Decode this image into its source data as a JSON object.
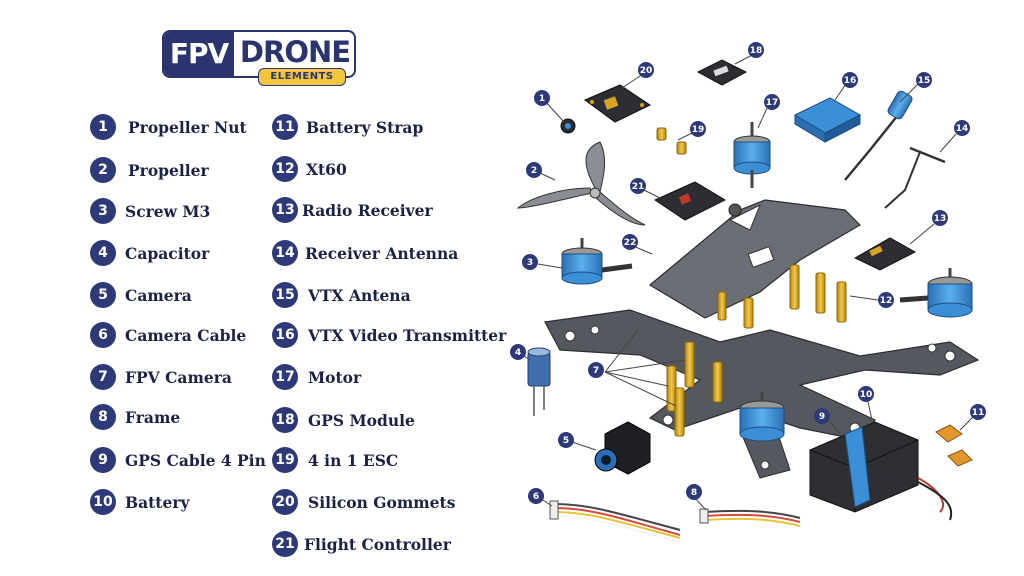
{
  "logo": {
    "fpv": "FPV",
    "drone": "DRONE",
    "sub": "ELEMENTS"
  },
  "legend": [
    {
      "num": "1",
      "label": "Propeller Nut"
    },
    {
      "num": "2",
      "label": "Propeller"
    },
    {
      "num": "3",
      "label": "Screw M3"
    },
    {
      "num": "4",
      "label": "Capacitor"
    },
    {
      "num": "5",
      "label": "Camera"
    },
    {
      "num": "6",
      "label": "Camera Cable"
    },
    {
      "num": "7",
      "label": "FPV Camera"
    },
    {
      "num": "8",
      "label": "Frame"
    },
    {
      "num": "9",
      "label": "GPS Cable 4 Pin"
    },
    {
      "num": "10",
      "label": "Battery"
    },
    {
      "num": "11",
      "label": "Battery Strap"
    },
    {
      "num": "12",
      "label": "Xt60"
    },
    {
      "num": "13",
      "label": "Radio Receiver"
    },
    {
      "num": "14",
      "label": "Receiver Antenna"
    },
    {
      "num": "15",
      "label": "VTX Antena"
    },
    {
      "num": "16",
      "label": "VTX Video Transmitter"
    },
    {
      "num": "17",
      "label": "Motor"
    },
    {
      "num": "18",
      "label": "GPS Module"
    },
    {
      "num": "19",
      "label": "4 in 1 ESC"
    },
    {
      "num": "20",
      "label": "Silicon Gommets"
    },
    {
      "num": "21",
      "label": "Flight Controller"
    }
  ],
  "callouts": [
    "1",
    "2",
    "3",
    "4",
    "5",
    "6",
    "7",
    "8",
    "9",
    "10",
    "11",
    "12",
    "13",
    "14",
    "15",
    "16",
    "17",
    "18",
    "19",
    "20",
    "21",
    "22"
  ],
  "colors": {
    "navy": "#2e3a78",
    "motor_blue": "#3a8fd6",
    "frame": "#5a5d63",
    "standoff": "#d8a422",
    "battery": "#2d2f33"
  }
}
